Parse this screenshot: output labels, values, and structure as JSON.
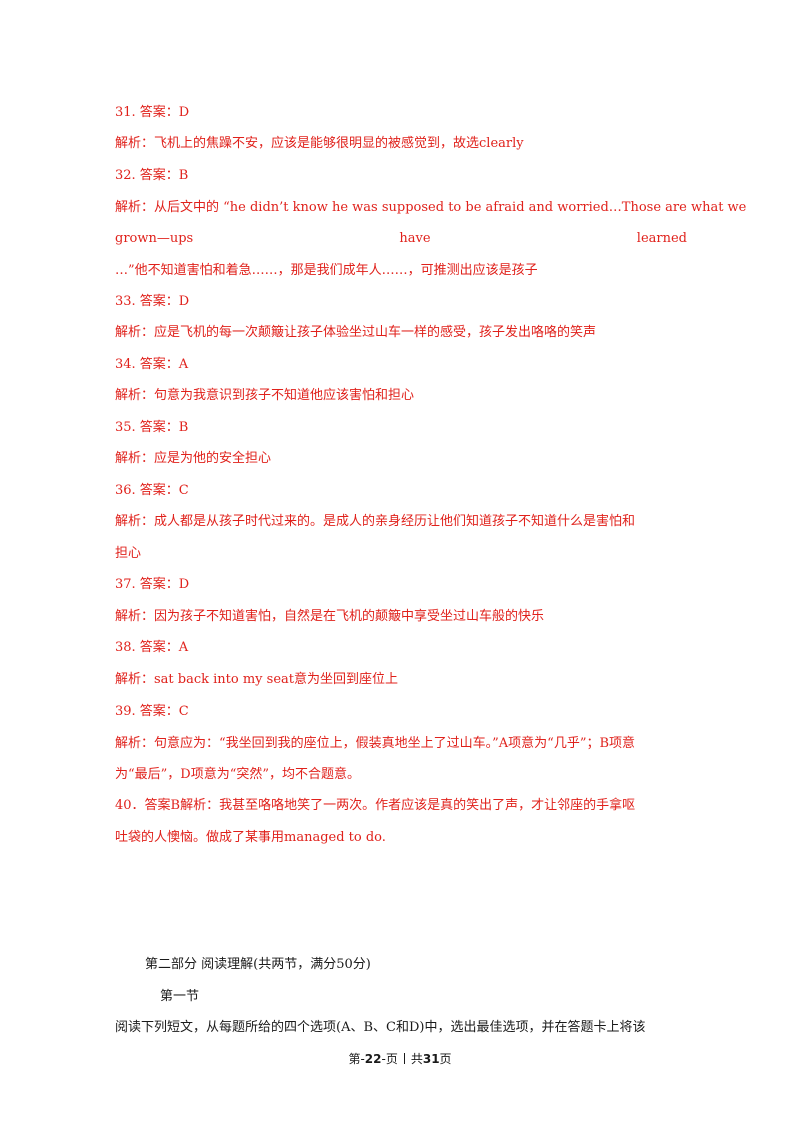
{
  "lines": [
    {
      "text": "31. 答案：D"
    },
    {
      "text": "解析：飞机上的焦躁不安，应该是能够很明显的被感觉到，故选clearly"
    },
    {
      "text": "32. 答案：B"
    },
    {
      "text": "解析：从后文中的 “he didn’t know he was supposed to be afraid and worried…Those are what we"
    },
    {
      "justify": [
        "grown—ups",
        "have",
        "learned"
      ]
    },
    {
      "text": "…”他不知道害怕和着急……，那是我们成年人……，可推测出应该是孩子"
    },
    {
      "text": "33. 答案：D"
    },
    {
      "text": "解析：应是飞机的每一次颠簸让孩子体验坐过山车一样的感受，孩子发出咯咯的笑声"
    },
    {
      "text": "34. 答案：A"
    },
    {
      "text": "解析：句意为我意识到孩子不知道他应该害怕和担心"
    },
    {
      "text": "35. 答案：B"
    },
    {
      "text": "解析：应是为他的安全担心"
    },
    {
      "text": "36. 答案：C"
    },
    {
      "text": "解析：成人都是从孩子时代过来的。是成人的亲身经历让他们知道孩子不知道什么是害怕和"
    },
    {
      "text": "担心"
    },
    {
      "text": "37. 答案：D"
    },
    {
      "text": "解析：因为孩子不知道害怕，自然是在飞机的颠簸中享受坐过山车般的快乐"
    },
    {
      "text": "38. 答案：A"
    },
    {
      "text": "解析：sat back into my seat意为坐回到座位上"
    },
    {
      "text": "39. 答案：C"
    },
    {
      "text": "解析：句意应为：“我坐回到我的座位上，假装真地坐上了过山车。”A项意为“几乎”；B项意"
    },
    {
      "text": "为“最后”，D项意为“突然”，均不合题意。"
    },
    {
      "text": "40．答案B解析：我甚至咯咯地笑了一两次。作者应该是真的笑出了声，才让邻座的手拿呕"
    },
    {
      "text": "吐袋的人懊恼。做成了某事用managed to do."
    }
  ],
  "section": {
    "heading": "第二部分  阅读理解(共两节，满分50分)",
    "subheading": "第一节",
    "instruction": "阅读下列短文，从每题所给的四个选项(A、B、C和D)中，选出最佳选项，并在答题卡上将该"
  },
  "footer": {
    "prefix": "第-",
    "page": "22",
    "middle": "-页",
    "total_prefix": "共",
    "total": "31",
    "total_suffix": "页"
  },
  "colors": {
    "answer_text": "#e0211b",
    "body_text": "#1a1a1a"
  }
}
